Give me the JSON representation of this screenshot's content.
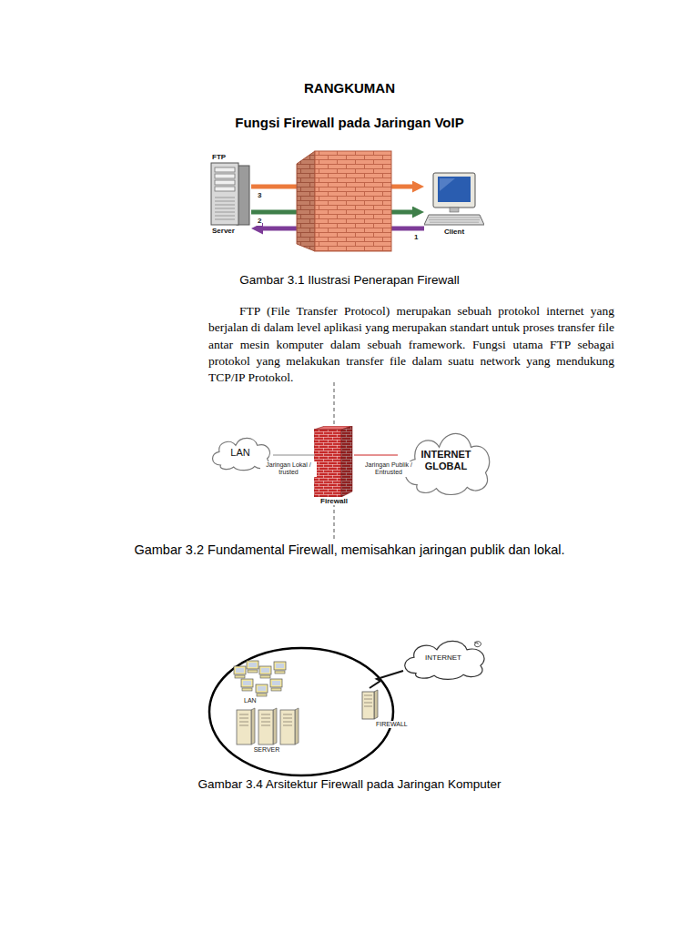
{
  "diagram": {
    "title": "RANGKUMAN",
    "nodes": [
      {
        "text": [
          "FTP",
          "Server"
        ]
      },
      {
        "text": [
          "Client"
        ]
      },
      {
        "text": [
          "LAN"
        ]
      },
      {
        "text": [
          "Firewall"
        ]
      },
      {
        "text": [
          "INTERNET GLOBAL"
        ]
      },
      {
        "text": [
          "INTERNET"
        ]
      },
      {
        "text": [
          "LAN"
        ]
      },
      {
        "text": [
          "FIREWALL"
        ]
      },
      {
        "text": [
          "SERVER"
        ]
      }
    ],
    "edges": [
      {
        "from": 0,
        "to": 1,
        "arrow": "to",
        "label": "3"
      },
      {
        "from": 0,
        "to": 1,
        "arrow": "to",
        "label": "2"
      },
      {
        "from": 1,
        "to": 0,
        "arrow": "to",
        "label": "1"
      },
      {
        "from": 2,
        "to": 3,
        "arrow": "none",
        "label": "Jaringan Lokal / trusted"
      },
      {
        "from": 3,
        "to": 4,
        "arrow": "none",
        "label": "Jaringan Publik / Entrusted"
      },
      {
        "from": 7,
        "to": 5,
        "arrow": "none"
      }
    ],
    "labels": [
      "Fungsi Firewall pada Jaringan VoIP",
      "Gambar 3.1 Ilustrasi Penerapan Firewall",
      "FTP (File Transfer Protocol) merupakan sebuah protokol internet yang berjalan di dalam level aplikasi yang merupakan standart untuk proses transfer file antar mesin komputer dalam sebuah framework. Fungsi utama FTP sebagai protokol yang melakukan transfer file dalam suatu network yang mendukung TCP/IP Protokol.",
      "Gambar 3.2 Fundamental Firewall, memisahkan jaringan publik dan lokal.",
      "Gambar 3.4 Arsitektur Firewall pada Jaringan Komputer"
    ]
  }
}
